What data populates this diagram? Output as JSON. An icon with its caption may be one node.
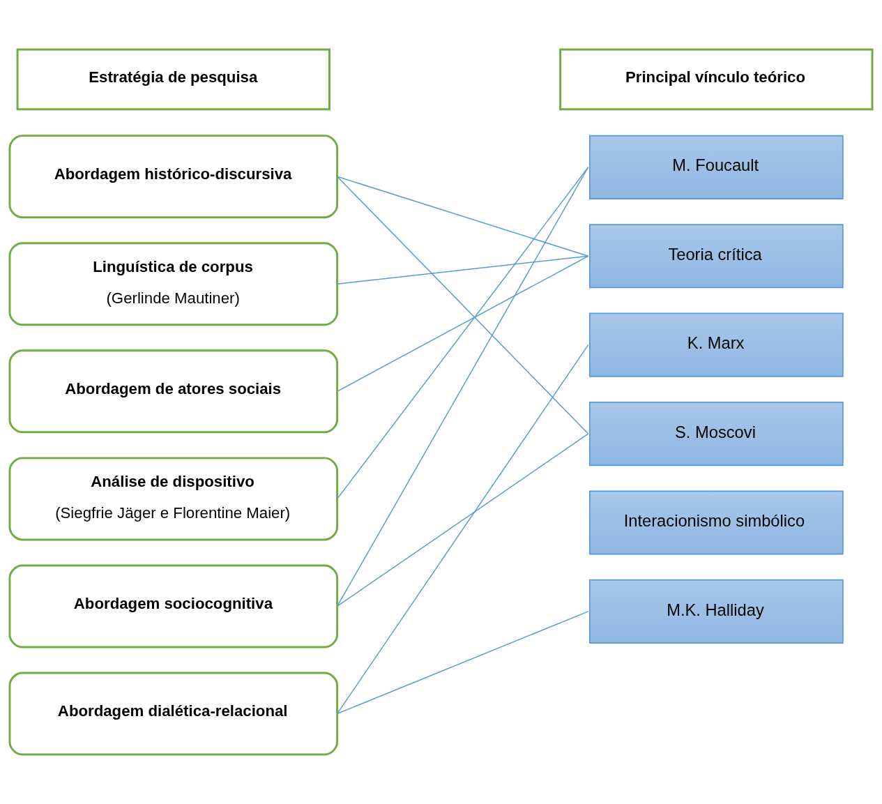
{
  "diagram": {
    "nodes": [
      {
        "text": [
          "Estratégia de pesquisa"
        ]
      },
      {
        "text": [
          "Principal vínculo teórico"
        ]
      },
      {
        "text": [
          "Abordagem histórico-discursiva"
        ]
      },
      {
        "text": [
          "Linguística de corpus",
          "(Gerlinde Mautiner)"
        ]
      },
      {
        "text": [
          "Abordagem de atores sociais"
        ]
      },
      {
        "text": [
          "Análise de dispositivo",
          "(Siegfrie Jäger e Florentine Maier)"
        ]
      },
      {
        "text": [
          "Abordagem sociocognitiva"
        ]
      },
      {
        "text": [
          "Abordagem dialética-relacional"
        ]
      },
      {
        "text": [
          "M. Foucault"
        ]
      },
      {
        "text": [
          "Teoria crítica"
        ]
      },
      {
        "text": [
          "K. Marx"
        ]
      },
      {
        "text": [
          "S. Moscovi"
        ]
      },
      {
        "text": [
          "Interacionismo simbólico"
        ]
      },
      {
        "text": [
          "M.K. Halliday"
        ]
      }
    ],
    "edges": [
      {
        "from": 2,
        "to": 9,
        "arrow": "none"
      },
      {
        "from": 2,
        "to": 11,
        "arrow": "none"
      },
      {
        "from": 3,
        "to": 9,
        "arrow": "none"
      },
      {
        "from": 4,
        "to": 9,
        "arrow": "none"
      },
      {
        "from": 5,
        "to": 8,
        "arrow": "none"
      },
      {
        "from": 6,
        "to": 11,
        "arrow": "none"
      },
      {
        "from": 6,
        "to": 8,
        "arrow": "none"
      },
      {
        "from": 7,
        "to": 10,
        "arrow": "none"
      },
      {
        "from": 7,
        "to": 13,
        "arrow": "none"
      }
    ]
  }
}
